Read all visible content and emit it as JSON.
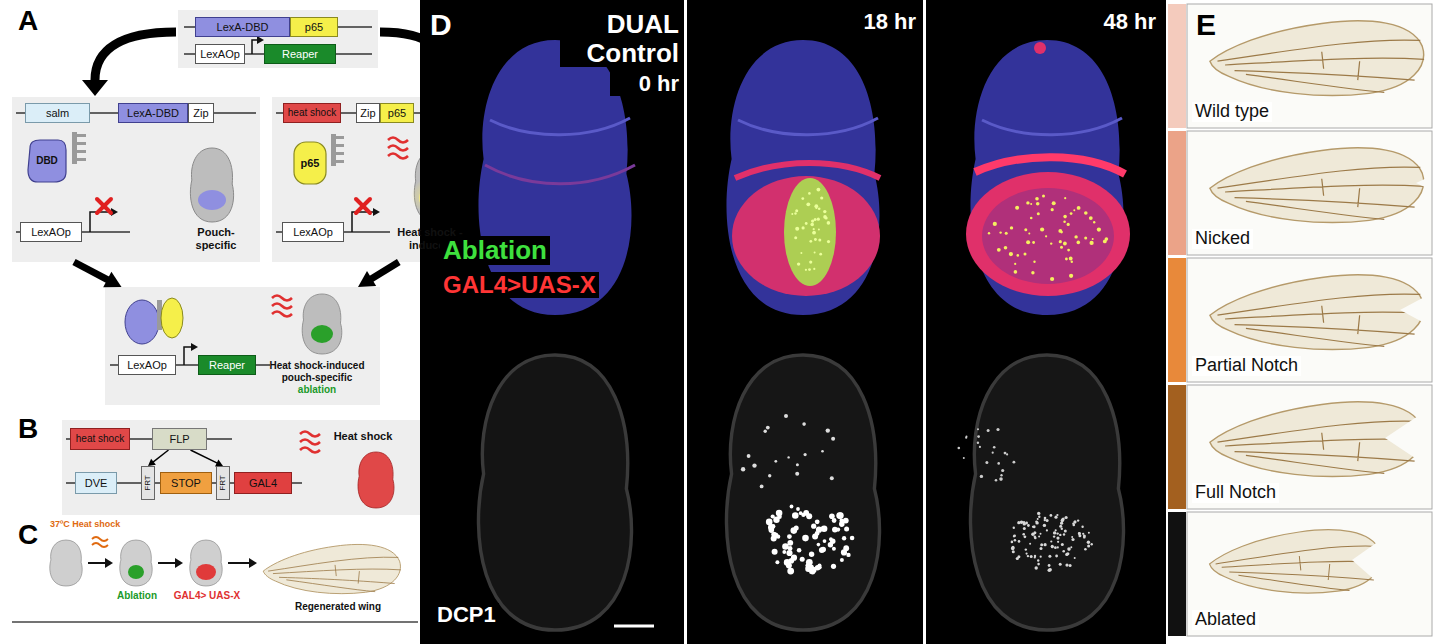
{
  "diagram": {
    "nodes": [
      {
        "text": [
          "LexA-DBD"
        ]
      },
      {
        "text": [
          "p65"
        ]
      },
      {
        "text": [
          "LexAOp"
        ]
      },
      {
        "text": [
          "Reaper"
        ]
      },
      {
        "text": [
          "Pouch-specific"
        ]
      },
      {
        "text": [
          "salm"
        ],
        "in": 4
      },
      {
        "text": [
          "LexA-DBD"
        ],
        "in": 4
      },
      {
        "text": [
          "Zip"
        ],
        "in": 4
      },
      {
        "text": [
          "DBD"
        ],
        "in": 4
      },
      {
        "text": [
          "LexAOp"
        ],
        "in": 4
      },
      {
        "text": [
          "Heat shock -induced"
        ]
      },
      {
        "text": [
          "heat shock"
        ],
        "in": 10
      },
      {
        "text": [
          "Zip"
        ],
        "in": 10
      },
      {
        "text": [
          "p65"
        ],
        "in": 10
      },
      {
        "text": [
          "p65"
        ],
        "in": 10
      },
      {
        "text": [
          "LexAOp"
        ],
        "in": 10
      },
      {
        "text": [
          "Heat shock-induced pouch-specific",
          "ablation"
        ]
      },
      {
        "text": [
          "LexAOp"
        ],
        "in": 16
      },
      {
        "text": [
          "Reaper"
        ],
        "in": 16
      },
      {
        "text": [
          "Heat shock"
        ]
      },
      {
        "text": [
          "heat shock"
        ],
        "in": 19
      },
      {
        "text": [
          "FLP"
        ],
        "in": 19
      },
      {
        "text": [
          "DVE"
        ],
        "in": 19
      },
      {
        "text": [
          "FRT"
        ],
        "in": 19
      },
      {
        "text": [
          "STOP"
        ],
        "in": 19
      },
      {
        "text": [
          "FRT"
        ],
        "in": 19
      },
      {
        "text": [
          "GAL4"
        ],
        "in": 19
      }
    ],
    "edges": [
      {
        "from": 4,
        "to": 16,
        "arrow": "to"
      },
      {
        "from": 10,
        "to": 16,
        "arrow": "to"
      },
      {
        "from": 21,
        "to": 23,
        "arrow": "to"
      },
      {
        "from": 21,
        "to": 25,
        "arrow": "to"
      }
    ],
    "labels": [
      "A",
      "B",
      "C",
      "37ºC Heat shock",
      "Ablation",
      "GAL4> UAS-X",
      "Regenerated wing",
      "D",
      "DUAL Control",
      "0 hr",
      "18 hr",
      "48 hr",
      "Ablation",
      "GAL4>UAS-X",
      "DCP1",
      "E",
      "Wild type",
      "Nicked",
      "Partial Notch",
      "Full Notch",
      "Ablated"
    ]
  }
}
